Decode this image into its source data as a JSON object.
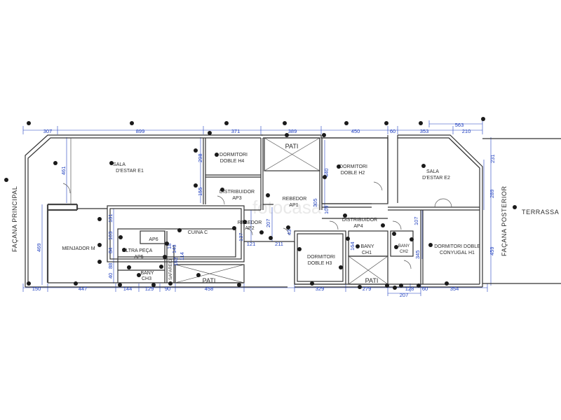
{
  "labels": {
    "facade_front": "FAÇANA PRINCIPAL",
    "facade_rear": "FAÇANA POSTERIOR",
    "terrace": "TERRASSA",
    "watermark": "fotocasa"
  },
  "rooms": {
    "sala_e1": [
      "SALA",
      "D'ESTAR  E1"
    ],
    "dormitori_h4": [
      "DORMITORI",
      "DOBLE  H4"
    ],
    "distribuidor_ap3": [
      "DISTRIBUIDOR",
      "AP3"
    ],
    "pati_top": "PATI",
    "rebedor_ap1": [
      "REBEDOR",
      "AP1"
    ],
    "dormitori_h2": [
      "DORMITORI",
      "DOBLE  H2"
    ],
    "sala_e2": [
      "SALA",
      "D'ESTAR  E2"
    ],
    "menjador": "MENJADOR  M",
    "cuina": "CUINA  C",
    "ap6": "AP6",
    "altra_peca": [
      "ALTRA  PEÇA",
      "AP5"
    ],
    "bany_ch3": [
      "BANY",
      "CH3"
    ],
    "safareig": "SAFAREIG",
    "pati_bottom": "PATI",
    "rebedor_ap2": [
      "REBEDOR",
      "AP2"
    ],
    "distribuidor_ap4": [
      "DISTRIBUIDOR",
      "AP4"
    ],
    "dormitori_h3": [
      "DORMITORI",
      "DOBLE  H3"
    ],
    "bany_ch1": [
      "BANY",
      "CH1"
    ],
    "bany_ch2": [
      "BANY",
      "CH2"
    ],
    "dormitori_h1": [
      "DORMITORI  DOBLE",
      "CONYUGAL  H1"
    ],
    "pati_mid": "PATI"
  },
  "dimensions": {
    "top_307": "307",
    "top_899": "899",
    "top_371": "371",
    "top_389": "389",
    "top_450": "450",
    "top_60": "60",
    "top_353": "353",
    "top_563": "563",
    "top_210": "210",
    "bot_150": "150",
    "bot_447": "447",
    "bot_144": "144",
    "bot_129": "129",
    "bot_90": "90",
    "bot_458": "458",
    "bot_329": "329",
    "bot_279": "279",
    "bot_128": "128",
    "bot_60": "60",
    "bot_354": "354",
    "bot_207": "207",
    "v_461": "461",
    "v_469": "469",
    "v_298": "298",
    "v_155": "155",
    "v_181": "181",
    "v_103": "103",
    "v_84": "84",
    "v_88": "88",
    "v_40": "40",
    "v_162": "162",
    "v_114": "114",
    "v_137": "137",
    "v_207": "207",
    "v_121": "121",
    "v_211": "211",
    "v_440": "440",
    "v_305": "305",
    "v_109": "109",
    "v_345": "345",
    "v_231": "231",
    "v_289": "289",
    "v_459": "459",
    "v_164": "164",
    "v_107": "107",
    "v_43": "43",
    "v_143": "143",
    "v_18": "18"
  }
}
